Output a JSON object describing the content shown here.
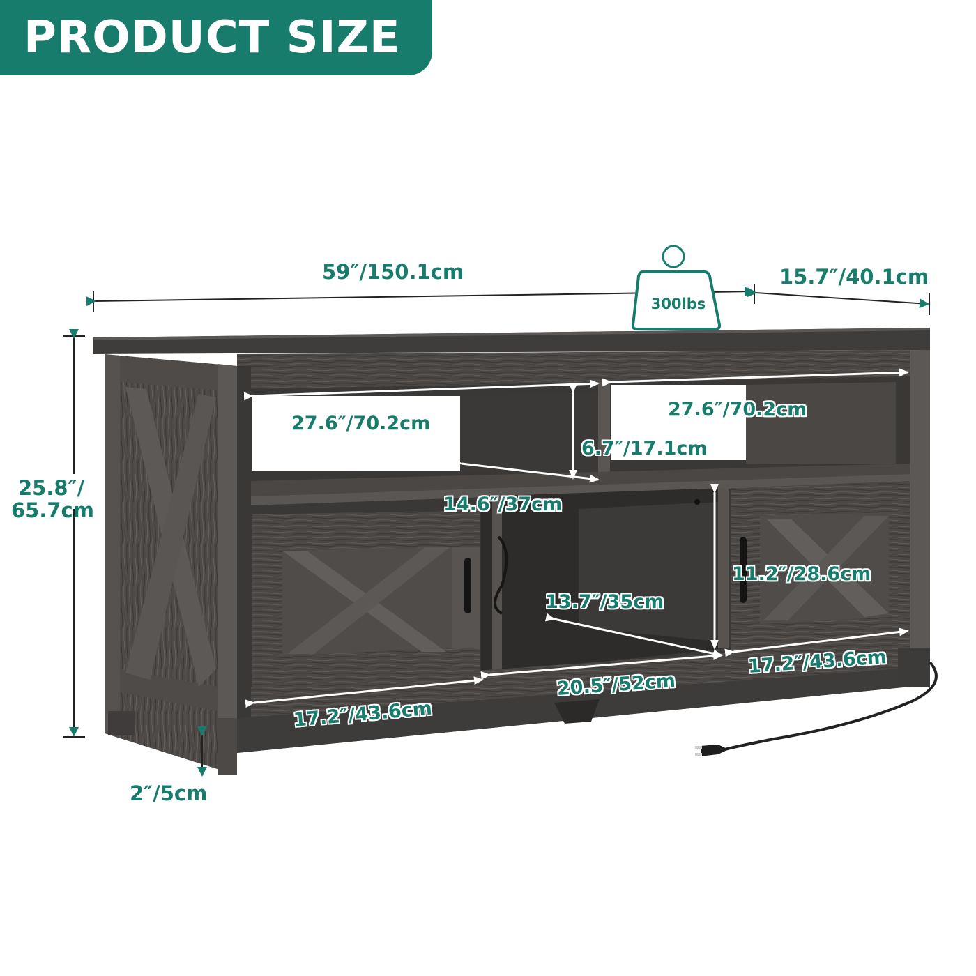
{
  "header": {
    "title": "PRODUCT SIZE"
  },
  "colors": {
    "accent": "#187c6d",
    "wood_dark": "#3d3b3a",
    "wood_mid": "#555250",
    "wood_light": "#6c6866",
    "line": "#2a2a2a",
    "background": "#ffffff"
  },
  "product": {
    "name": "TV stand with barn doors and open shelves",
    "max_load": "300lbs",
    "load_icon": "weight-icon"
  },
  "dimensions": {
    "overall_width": "59″/150.1cm",
    "depth": "15.7″/40.1cm",
    "height_line1": "25.8″/",
    "height_line2": "65.7cm",
    "leg_clearance": "2″/5cm",
    "top_shelf_left_width": "27.6″/70.2cm",
    "top_shelf_right_width": "27.6″/70.2cm",
    "top_shelf_height": "6.7″/17.1cm",
    "shelf_depth": "14.6″/37cm",
    "middle_cabinet_depth": "13.7″/35cm",
    "middle_cabinet_width": "20.5″/52cm",
    "right_cabinet_height": "11.2″/28.6cm",
    "left_cabinet_width": "17.2″/43.6cm",
    "right_cabinet_width": "17.2″/43.6cm"
  }
}
